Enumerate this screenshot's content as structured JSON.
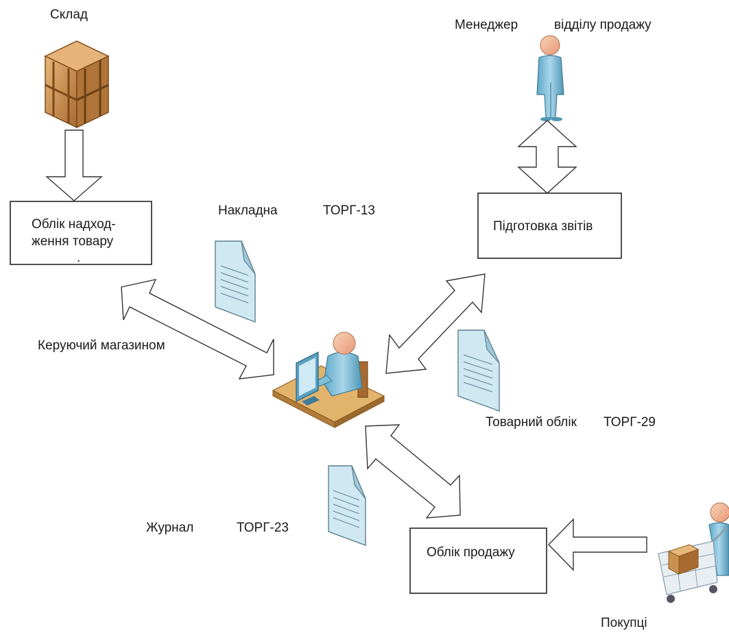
{
  "labels": {
    "warehouse": "Склад",
    "manager_1": "Менеджер",
    "manager_2": "відділу продажу",
    "invoice_1": "Накладна",
    "invoice_2": "ТОРГ-13",
    "store_manager": "Керуючий магазином",
    "goods_accounting_1": "Товарний облік",
    "goods_accounting_2": "ТОРГ-29",
    "journal_1": "Журнал",
    "journal_2": "ТОРГ-23",
    "buyers": "Покупці"
  },
  "boxes": {
    "receipt_line1": "Облік надход-",
    "receipt_line2": "ження товару",
    "receipt_line3": ".",
    "reports": "Підготовка звітів",
    "sales": "Облік продажу"
  },
  "colors": {
    "document": "#cfe8f2",
    "person": "#7fbcd6",
    "box_crate": "#c8914f",
    "desk": "#e0b26a"
  },
  "icons": [
    "crate-icon",
    "person-icon",
    "document-icon",
    "operator-at-computer-icon",
    "shopping-cart-icon"
  ]
}
